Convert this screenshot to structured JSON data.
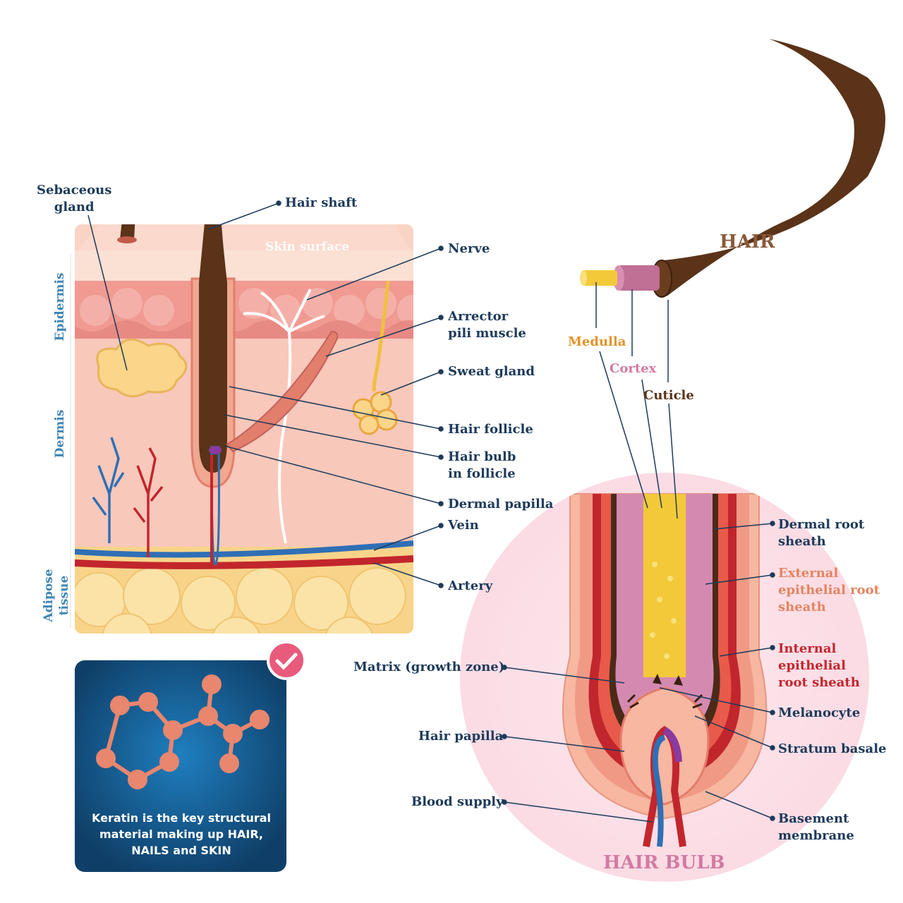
{
  "labels": {
    "sebaceous_gland": "Sebaceous\ngland",
    "hair_shaft": "Hair shaft",
    "skin_surface": "Skin surface",
    "nerve": "Nerve",
    "arrector_pili": "Arrector\npili muscle",
    "sweat_gland": "Sweat gland",
    "hair_follicle": "Hair follicle",
    "hair_bulb_in_follicle": "Hair bulb\nin follicle",
    "dermal_papilla": "Dermal papilla",
    "vein": "Vein",
    "artery": "Artery",
    "epidermis": "Epidermis",
    "dermis": "Dermis",
    "adipose_tissue": "Adipose\ntissue",
    "hair_title": "HAIR",
    "medulla": "Medulla",
    "cortex": "Cortex",
    "cuticle": "Cuticle",
    "dermal_root_sheath": "Dermal root\nsheath",
    "external_root_sheath": "External\nepithelial root\nsheath",
    "internal_root_sheath": "Internal\nepithelial\nroot sheath",
    "matrix": "Matrix (growth zone)",
    "melanocyte": "Melanocyte",
    "hair_papilla": "Hair papilla",
    "stratum_basale": "Stratum basale",
    "blood_supply": "Blood supply",
    "basement_membrane": "Basement\nmembrane",
    "hair_bulb_title": "HAIR BULB"
  },
  "keratin": {
    "text": "Keratin is the key structural\nmaterial making up HAIR,\nNAILS and SKIN"
  },
  "colors": {
    "label_text": "#1d3a5a",
    "hair": "#5a3318",
    "skin": "#f7c9b8",
    "epidermis": "#f0908a",
    "vein": "#2f6fb5",
    "artery": "#c2262d",
    "fat": "#f8d48a",
    "keratin_box": "#12507e",
    "check": "#e85b7d"
  },
  "icons": {
    "badge": "check-circle-icon",
    "molecule": "keratin-molecule-icon"
  }
}
